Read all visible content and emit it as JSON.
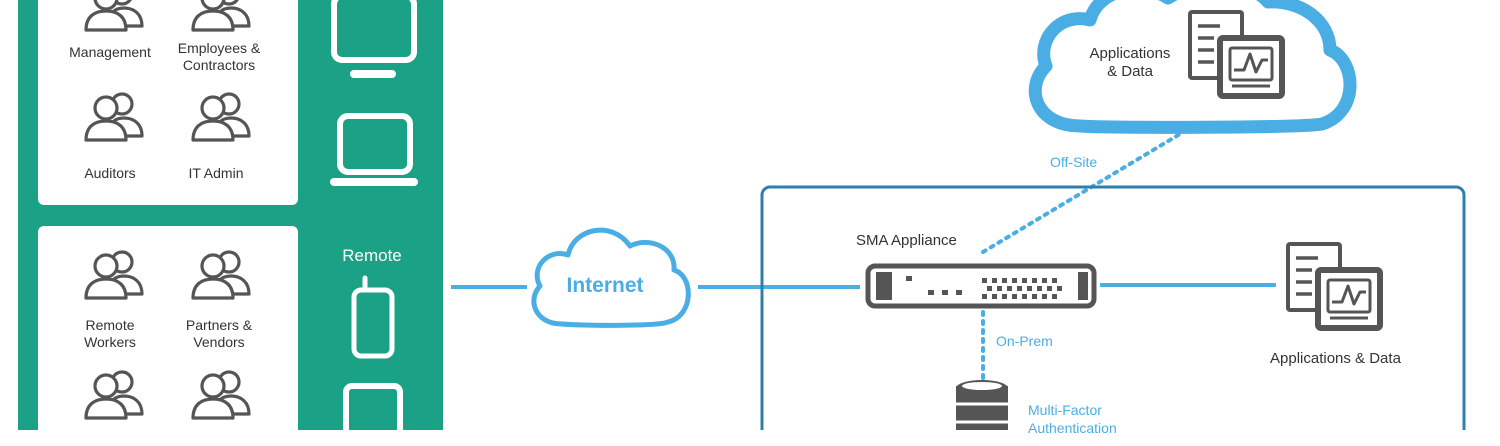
{
  "user_groups": {
    "internal": [
      {
        "label": "Management",
        "icon": "users-icon"
      },
      {
        "label": "Employees & Contractors",
        "label_lines": [
          "Employees &",
          "Contractors"
        ],
        "icon": "users-icon"
      },
      {
        "label": "Auditors",
        "icon": "users-icon"
      },
      {
        "label": "IT Admin",
        "icon": "users-icon"
      }
    ],
    "remote": [
      {
        "label": "Remote Workers",
        "label_lines": [
          "Remote",
          "Workers"
        ],
        "icon": "users-icon"
      },
      {
        "label": "Partners & Vendors",
        "label_lines": [
          "Partners &",
          "Vendors"
        ],
        "icon": "users-icon"
      },
      {
        "icon": "users-icon"
      },
      {
        "icon": "users-icon"
      }
    ]
  },
  "devices": {
    "remote_label": "Remote",
    "icons": [
      "desktop-icon",
      "laptop-icon",
      "phone-icon",
      "tablet-icon"
    ]
  },
  "internet": {
    "label": "Internet"
  },
  "cloud": {
    "label_lines": [
      "Applications",
      "& Data"
    ],
    "icon": "app-window-icon"
  },
  "links": {
    "offsite_label": "Off-Site",
    "onprem_label": "On-Prem"
  },
  "appliance": {
    "label": "SMA Appliance",
    "icon": "appliance-icon"
  },
  "onprem_apps": {
    "label": "Applications & Data",
    "icon": "app-window-icon"
  },
  "mfa": {
    "label_lines": [
      "Multi-Factor",
      "Authentication"
    ],
    "icon": "database-icon"
  },
  "colors": {
    "panel_green": "#1aa186",
    "line_blue": "#4aaee4",
    "border_blue": "#2f7fae",
    "icon_gray": "#555555",
    "text_dark": "#333333"
  }
}
